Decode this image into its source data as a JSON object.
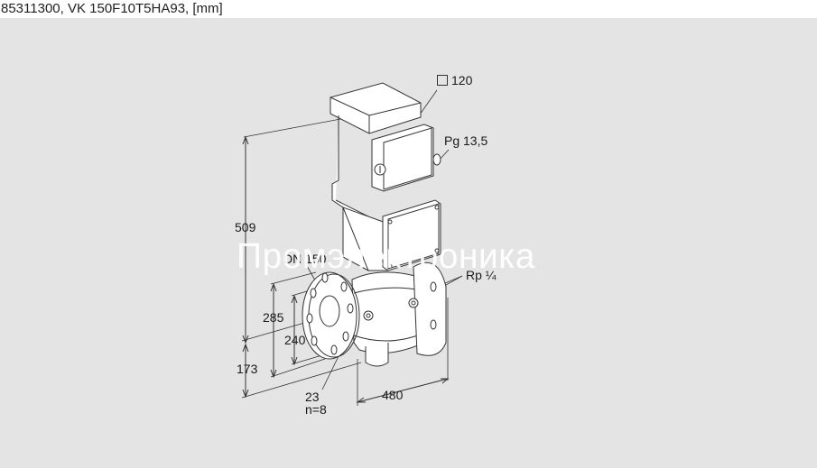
{
  "header": {
    "title": "85311300, VK 150F10T5HA93, [mm]"
  },
  "drawing": {
    "subject": "gas solenoid valve with flanges",
    "colors": {
      "background": "#e4e4e4",
      "title_bar": "#ffffff",
      "line": "#333333",
      "body_fill": "#ffffff",
      "watermark": "#ffffff"
    },
    "labels": {
      "square_size": "120",
      "square_icon": "square-icon",
      "cable_gland": "Pg 13,5",
      "overall_height": "509",
      "nominal_diameter": "DN 150",
      "test_port": "Rp ¼",
      "flange_outer": "285",
      "bolt_circle": "240",
      "axis_height": "173",
      "bolt_hole_dia": "23",
      "bolt_count": "n=8",
      "length": "480"
    },
    "watermark": "Промэлектроника"
  }
}
